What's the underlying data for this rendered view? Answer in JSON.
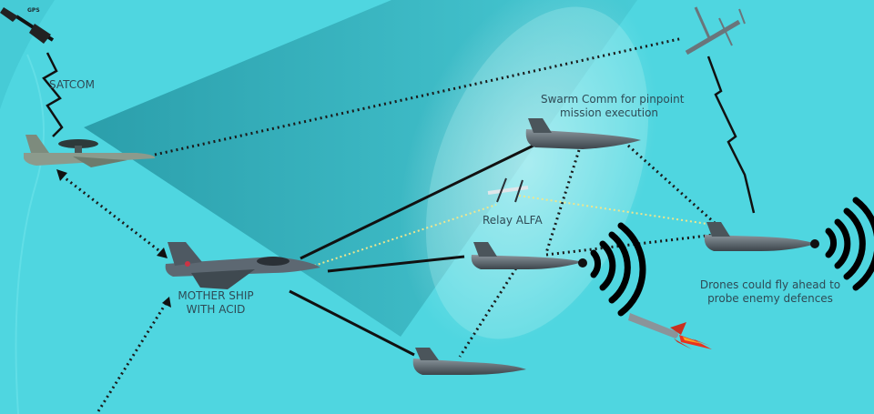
{
  "labels": {
    "gps": "GPS",
    "satcom": "SATCOM",
    "swarm_comm_line1": "Swarm Comm for pinpoint",
    "swarm_comm_line2": "mission execution",
    "relay": "Relay ALFA",
    "mother_ship_line1": "MOTHER SHIP",
    "mother_ship_line2": "WITH ACID",
    "drones_line1": "Drones could fly ahead to",
    "drones_line2": "probe enemy defences"
  },
  "colors": {
    "background": "#4fd6e0",
    "beam": "#1f8c99",
    "glow": "#c8f4f6",
    "link_solid": "#111111",
    "link_dotted": "#1a1a1a",
    "relay_link": "#f0e68c",
    "aircraft": "#5a6670",
    "missile_flame": "#e8321e"
  },
  "icons": {
    "satellite": "satellite-icon",
    "awacs": "awacs-aircraft-icon",
    "fighter": "fighter-jet-icon",
    "drone": "stealth-drone-icon",
    "solar_uav": "solar-uav-icon",
    "relay_uav": "relay-uav-icon",
    "signal": "signal-waves-icon",
    "missile": "missile-icon"
  }
}
